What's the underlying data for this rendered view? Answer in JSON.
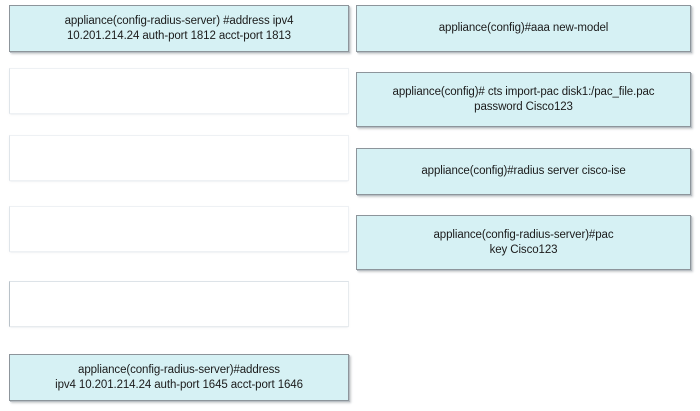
{
  "page": {
    "title": "Drag and drop CLI command tiles",
    "background_color": "#ffffff",
    "tile_fill_color": "#d6f1f4",
    "tile_border_color": "#8d959b"
  },
  "answer_column": {
    "name": "answer-drop-column",
    "slots": [
      {
        "id": "slot-1",
        "filled": true,
        "text": "appliance(config-radius-server) #address ipv4\n10.201.214.24 auth-port 1812 acct-port 1813"
      },
      {
        "id": "slot-2",
        "filled": false,
        "text": ""
      },
      {
        "id": "slot-3",
        "filled": false,
        "text": ""
      },
      {
        "id": "slot-4",
        "filled": false,
        "text": ""
      },
      {
        "id": "slot-5",
        "filled": false,
        "text": ""
      },
      {
        "id": "slot-6",
        "filled": true,
        "text": "appliance(config-radius-server)#address\nipv4 10.201.214.24 auth-port 1645 acct-port 1646"
      }
    ]
  },
  "options_column": {
    "name": "command-options-column",
    "tiles": [
      {
        "id": "option-aaa-new-model",
        "text": "appliance(config)#aaa new-model"
      },
      {
        "id": "option-cts-import-pac",
        "text": "appliance(config)# cts import-pac disk1:/pac_file.pac\npassword Cisco123"
      },
      {
        "id": "option-radius-server",
        "text": "appliance(config)#radius server cisco-ise"
      },
      {
        "id": "option-pac-key",
        "text": "appliance(config-radius-server)#pac\nkey Cisco123"
      }
    ]
  }
}
